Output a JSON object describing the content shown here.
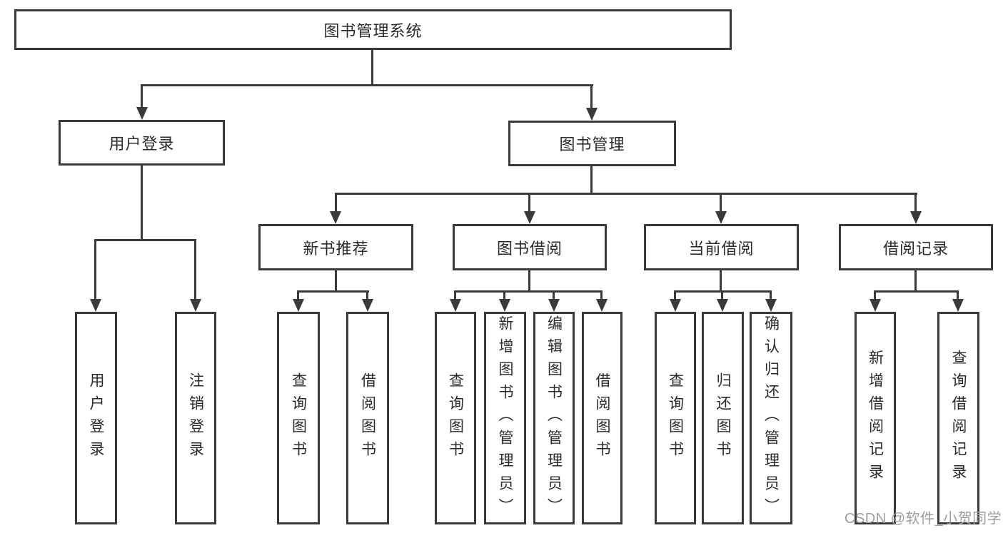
{
  "diagram": {
    "root": {
      "label": "图书管理系统"
    },
    "level2": [
      {
        "label": "用户登录"
      },
      {
        "label": "图书管理"
      }
    ],
    "level3": [
      {
        "label": "新书推荐"
      },
      {
        "label": "图书借阅"
      },
      {
        "label": "当前借阅"
      },
      {
        "label": "借阅记录"
      }
    ],
    "leaves": {
      "user_login": [
        {
          "label": "用户登录"
        },
        {
          "label": "注销登录"
        }
      ],
      "new_book": [
        {
          "label": "查询图书"
        },
        {
          "label": "借阅图书"
        }
      ],
      "book_borrow": [
        {
          "label": "查询图书"
        },
        {
          "label": "新增图书（管理员）"
        },
        {
          "label": "编辑图书（管理员）"
        },
        {
          "label": "借阅图书"
        }
      ],
      "current_borrow": [
        {
          "label": "查询图书"
        },
        {
          "label": "归还图书"
        },
        {
          "label": "确认归还（管理员）"
        }
      ],
      "borrow_record": [
        {
          "label": "新增借阅记录"
        },
        {
          "label": "查询借阅记录"
        }
      ]
    }
  },
  "watermark": {
    "text": "CSDN @软件_小贺同学"
  },
  "colors": {
    "line": "#3a3a3a",
    "text": "#2b2b2b",
    "watermark": "#9e9e9e",
    "background": "#ffffff"
  }
}
